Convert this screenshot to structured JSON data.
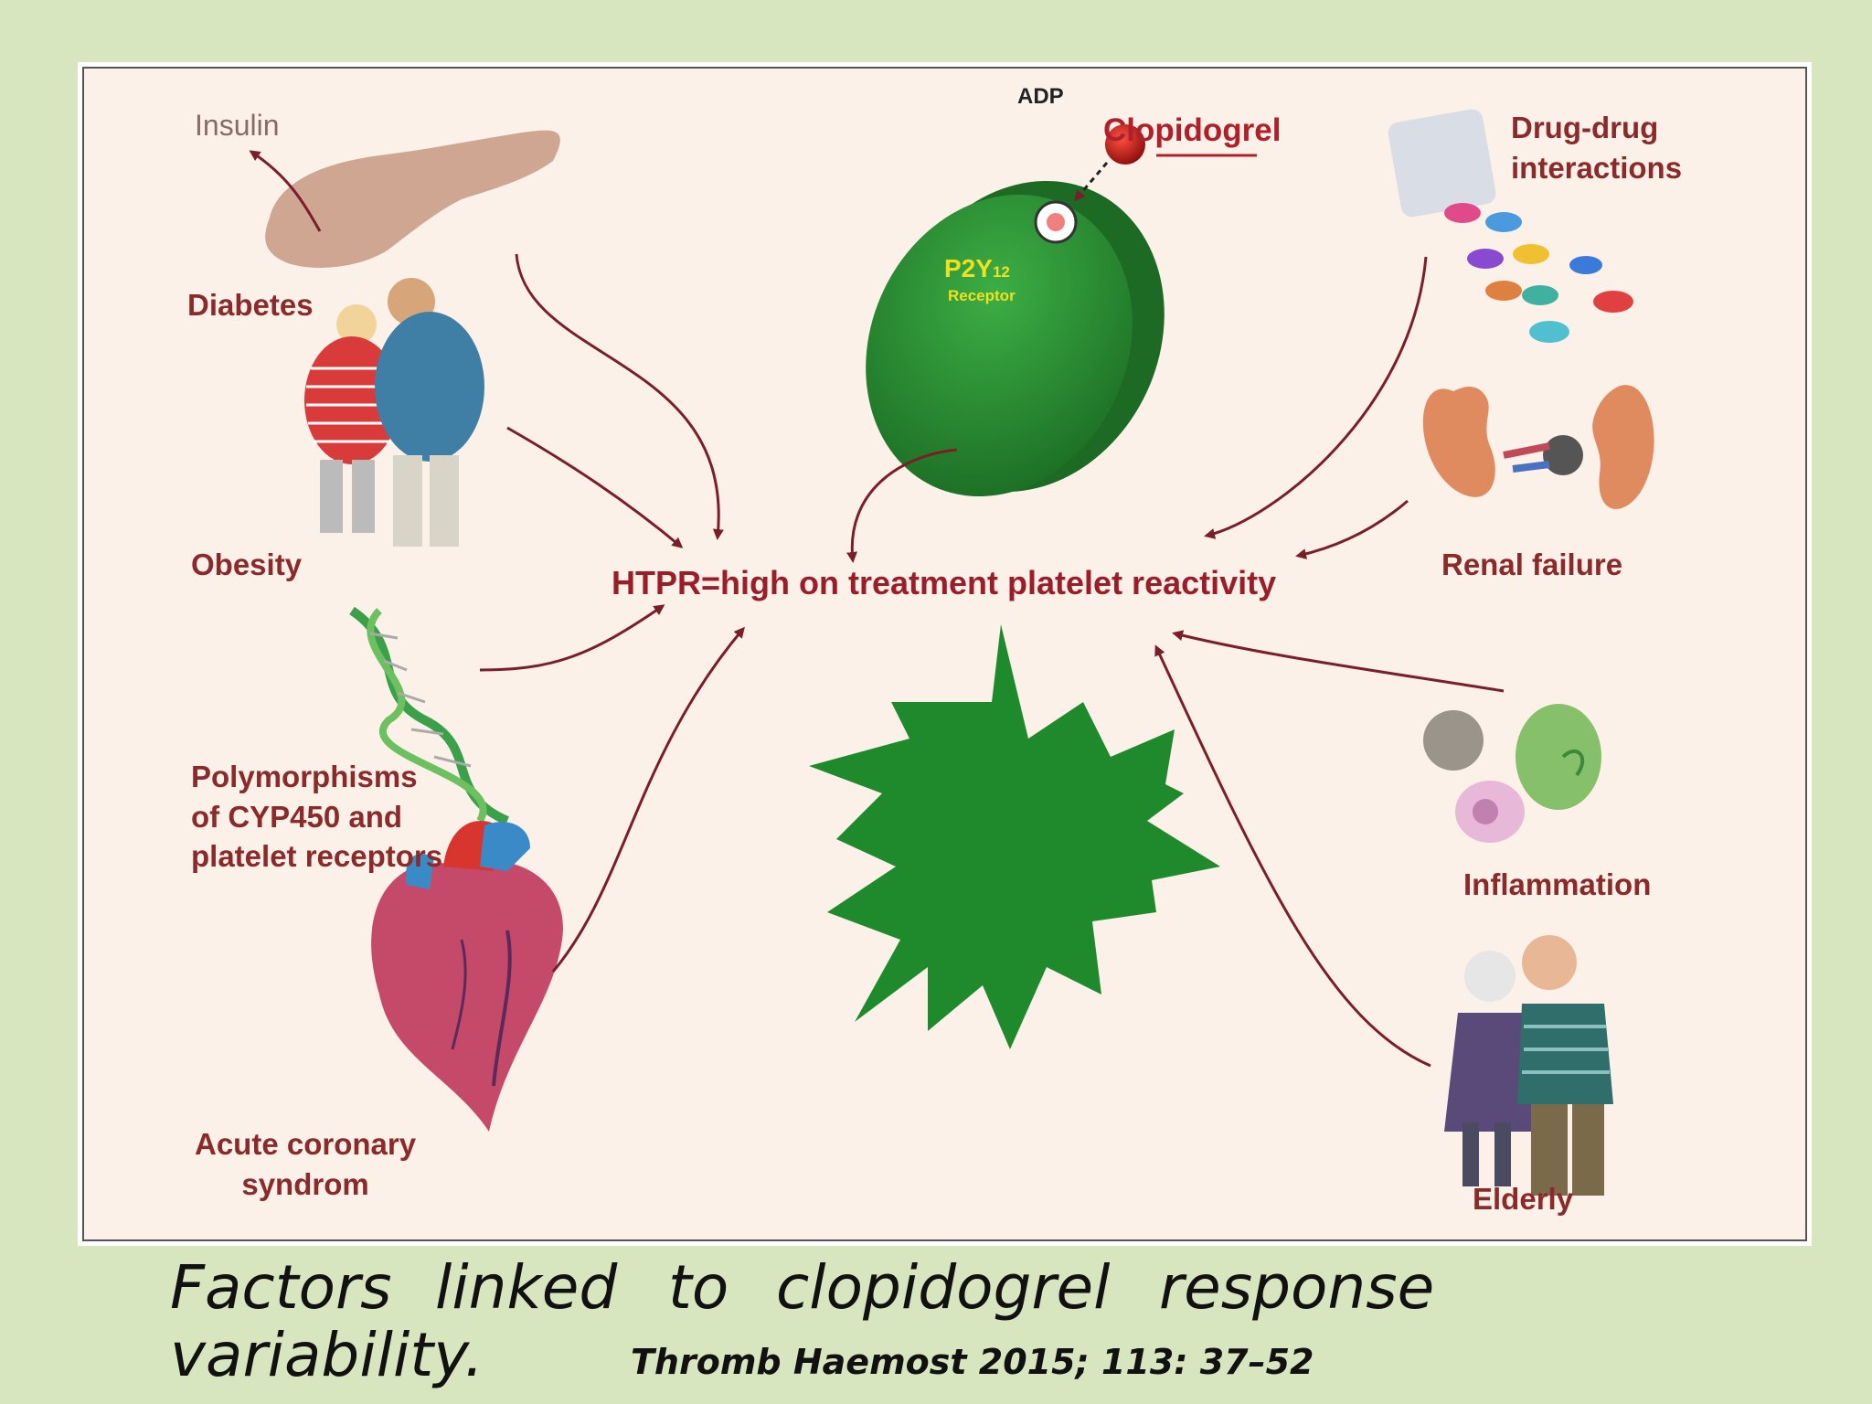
{
  "diagram": {
    "center_label": "HTPR=high on treatment platelet reactivity",
    "clopidogrel_label": "Clopidogrel",
    "adp_label": "ADP",
    "receptor": {
      "name": "P2Y",
      "subscript": "12",
      "sub_label": "Receptor"
    },
    "factors_left": {
      "insulin": "Insulin",
      "diabetes": "Diabetes",
      "obesity": "Obesity",
      "polymorphisms": [
        "Polymorphisms",
        "of CYP450 and",
        "platelet receptors"
      ],
      "acs": [
        "Acute coronary",
        "syndrom"
      ]
    },
    "factors_right": {
      "ddi": [
        "Drug-drug",
        "interactions"
      ],
      "renal": "Renal failure",
      "inflammation": "Inflammation",
      "elderly": "Elderly"
    },
    "colors": {
      "arrow": "#7a1e2a",
      "platelet": "#1f8a2c",
      "receptor": "#2c8a34",
      "label": "#8a2a2a",
      "background_frame": "#fbf1e9",
      "page": "#d8e6c0"
    }
  },
  "caption": {
    "line1_words": [
      "Factors",
      "linked",
      "to",
      "clopidogrel",
      "response"
    ],
    "line2": "variability.",
    "citation": "Thromb Haemost 2015; 113: 37–52"
  }
}
